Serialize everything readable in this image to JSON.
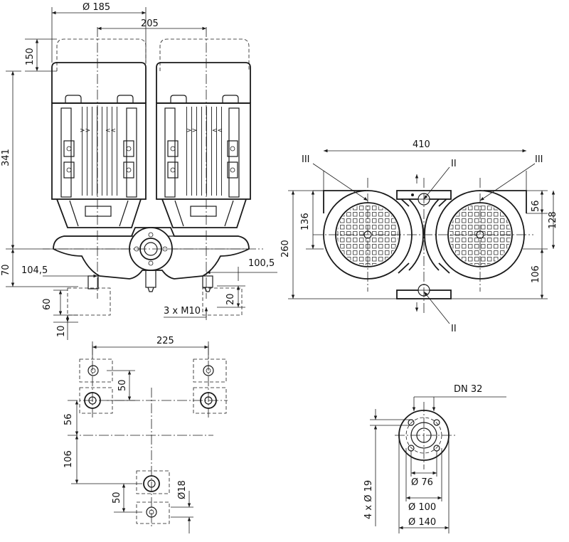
{
  "dimensions": {
    "motor_diameter": "Ø 185",
    "motor_spacing": "205",
    "motor_cap": "150",
    "total_height": "341",
    "flange_height": "70",
    "left_offset": "104,5",
    "right_offset": "100,5",
    "foot_height": "60",
    "foot_base": "10",
    "feet_thread": "3 x M10",
    "foot_gap": "20",
    "top_width": "410",
    "top_height": "260",
    "top_left_offset": "136",
    "top_right_small": "56",
    "top_right_large": "128",
    "top_right_lower": "106",
    "base_spacing": "225",
    "base_upper_pair": "50",
    "base_center_offset": "56",
    "base_lower_offset": "106",
    "base_lower_pair": "50",
    "base_hole": "Ø18",
    "flange_dn": "DN 32",
    "flange_bolt_holes": "4 x Ø 19",
    "flange_d76": "Ø 76",
    "flange_d100": "Ø 100",
    "flange_d140": "Ø 140"
  },
  "labels": {
    "III_left": "III",
    "III_right": "III",
    "II_top": "II",
    "II_bottom": "II"
  }
}
